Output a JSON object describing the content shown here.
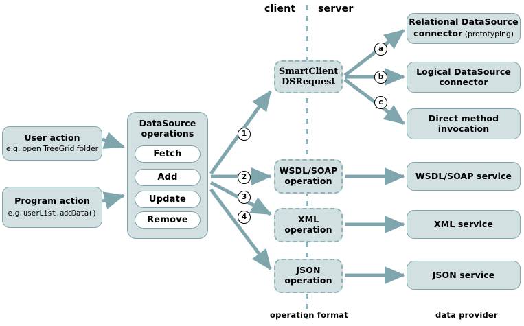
{
  "header": {
    "client_label": "client",
    "server_label": "server"
  },
  "footer": {
    "operation_format_label": "operation format",
    "data_provider_label": "data provider"
  },
  "colors": {
    "box_fill": "#d3e0e2",
    "box_border": "#7fa5ad",
    "dashed_border": "#8fb3ba",
    "arrow": "#7fa5ad",
    "pill_fill": "#ffffff",
    "text": "#000000"
  },
  "sources": [
    {
      "title": "User action",
      "subtitle": "e.g. open TreeGrid folder",
      "subtitle_mono": false
    },
    {
      "title": "Program action",
      "subtitle_prefix": "e.g.",
      "subtitle_code": "userList.addData()",
      "subtitle_mono": true
    }
  ],
  "datasource": {
    "title_line1": "DataSource",
    "title_line2": "operations",
    "operations": [
      "Fetch",
      "Add",
      "Update",
      "Remove"
    ]
  },
  "operations": [
    {
      "line1": "SmartClient",
      "line2": "DSRequest",
      "style": "slab"
    },
    {
      "line1": "WSDL/SOAP",
      "line2": "operation",
      "style": "normal"
    },
    {
      "line1": "XML",
      "line2": "operation",
      "style": "normal"
    },
    {
      "line1": "JSON",
      "line2": "operation",
      "style": "normal"
    }
  ],
  "providers": [
    {
      "line1": "Relational DataSource",
      "line2": "connector",
      "line2_suffix": " (prototyping)"
    },
    {
      "line1": "Logical DataSource",
      "line2": "connector",
      "line2_suffix": ""
    },
    {
      "line1": "Direct method",
      "line2": "invocation",
      "line2_suffix": ""
    },
    {
      "line1": "WSDL/SOAP service",
      "line2": "",
      "line2_suffix": ""
    },
    {
      "line1": "XML service",
      "line2": "",
      "line2_suffix": ""
    },
    {
      "line1": "JSON service",
      "line2": "",
      "line2_suffix": ""
    }
  ],
  "markers": {
    "numbers": [
      "1",
      "2",
      "3",
      "4"
    ],
    "letters": [
      "a",
      "b",
      "c"
    ]
  }
}
